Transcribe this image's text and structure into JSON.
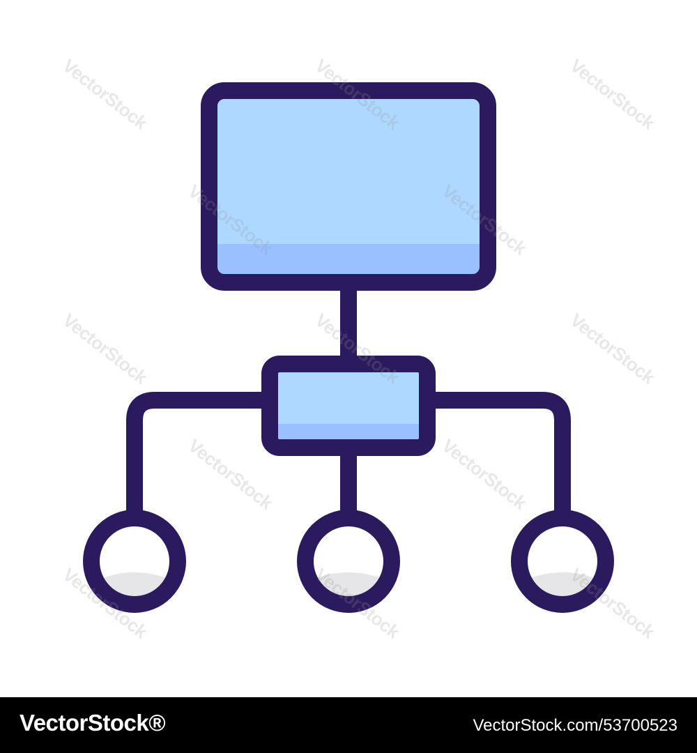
{
  "watermark": {
    "text": "VectorStock"
  },
  "footer": {
    "brand": "VectorStock®",
    "image_id": "VectorStock.com/53700523"
  },
  "icon": {
    "name": "hierarchy-network-icon",
    "colors": {
      "outline": "#2c1a5e",
      "fill_light": "#aed8ff",
      "fill_shade": "#9ac0ff",
      "node_fill": "#ffffff",
      "node_shade": "#e6e6e8"
    }
  }
}
